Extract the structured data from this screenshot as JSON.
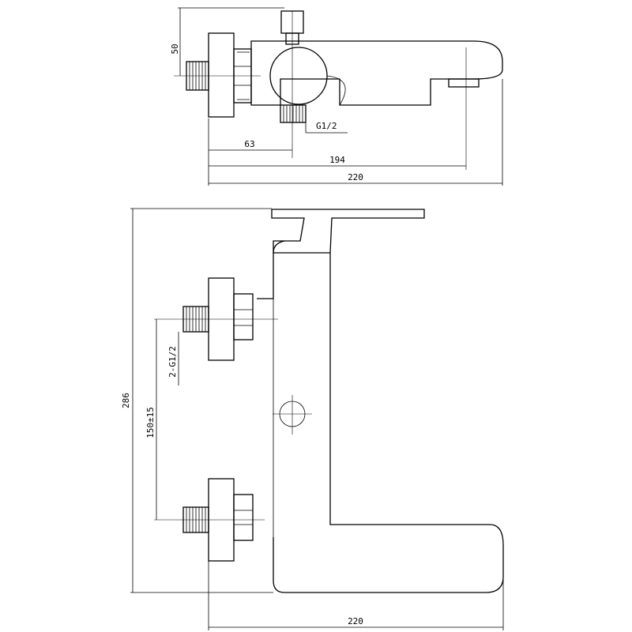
{
  "top_view": {
    "dims": {
      "height_50": "50",
      "offset_63": "63",
      "spout_194": "194",
      "total_220": "220",
      "thread": "G1/2"
    }
  },
  "front_view": {
    "dims": {
      "height_286": "286",
      "centres": "150±15",
      "inlets": "2-G1/2",
      "total_220": "220"
    }
  }
}
